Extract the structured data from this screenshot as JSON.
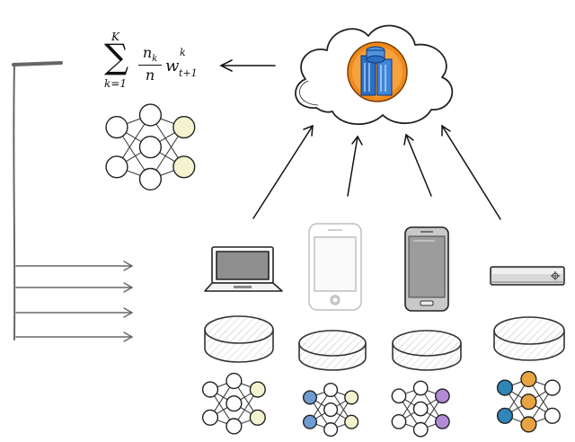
{
  "formula": {
    "sum_symbol": "∑",
    "upper_limit": "K",
    "lower_limit": "k=1",
    "numerator": "n",
    "numerator_sub": "k",
    "denominator": "n",
    "weight": "w",
    "weight_sup": "k",
    "weight_sub": "t+1"
  },
  "colors": {
    "ink": "#2b2b2b",
    "grey_ink": "#666666",
    "light_ink": "#bdbdbd",
    "server_orange": "#f08a1c",
    "server_blue": "#2d6fc4",
    "node_yellow": "#f3f3cf",
    "node_blue": "#6d9bd3",
    "node_purple": "#b38ad6",
    "node_orange": "#e8a440",
    "node_teal": "#2f86b7"
  },
  "icons": [
    "cloud-icon",
    "server-icon",
    "laptop-icon",
    "phone-icon",
    "smartphone-icon",
    "set-top-box-icon",
    "database-icon",
    "neural-network-icon"
  ]
}
